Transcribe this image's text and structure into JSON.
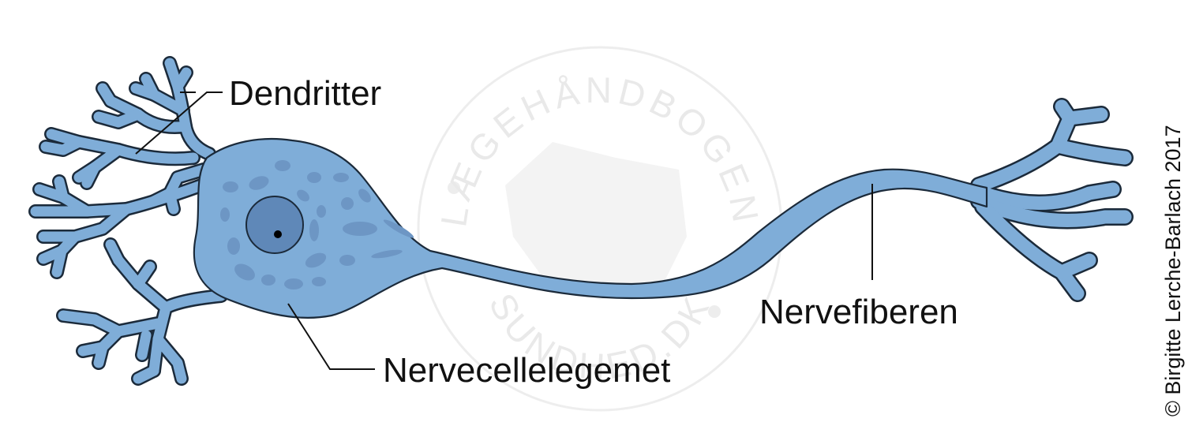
{
  "labels": {
    "dendrites": "Dendritter",
    "cell_body": "Nervecellelegemet",
    "axon": "Nervefiberen"
  },
  "credit": "© Birgitte Lerche-Barlach 2017",
  "watermark": {
    "top_text": "LÆGEHÅNDBOGEN",
    "bottom_text": "SUNDHED.DK"
  },
  "colors": {
    "cell_fill": "#7fadd8",
    "cell_highlight": "#b7d4ee",
    "nucleus": "#5f88b8",
    "outline": "#1b2a3a",
    "watermark": "#e7e7e7"
  }
}
